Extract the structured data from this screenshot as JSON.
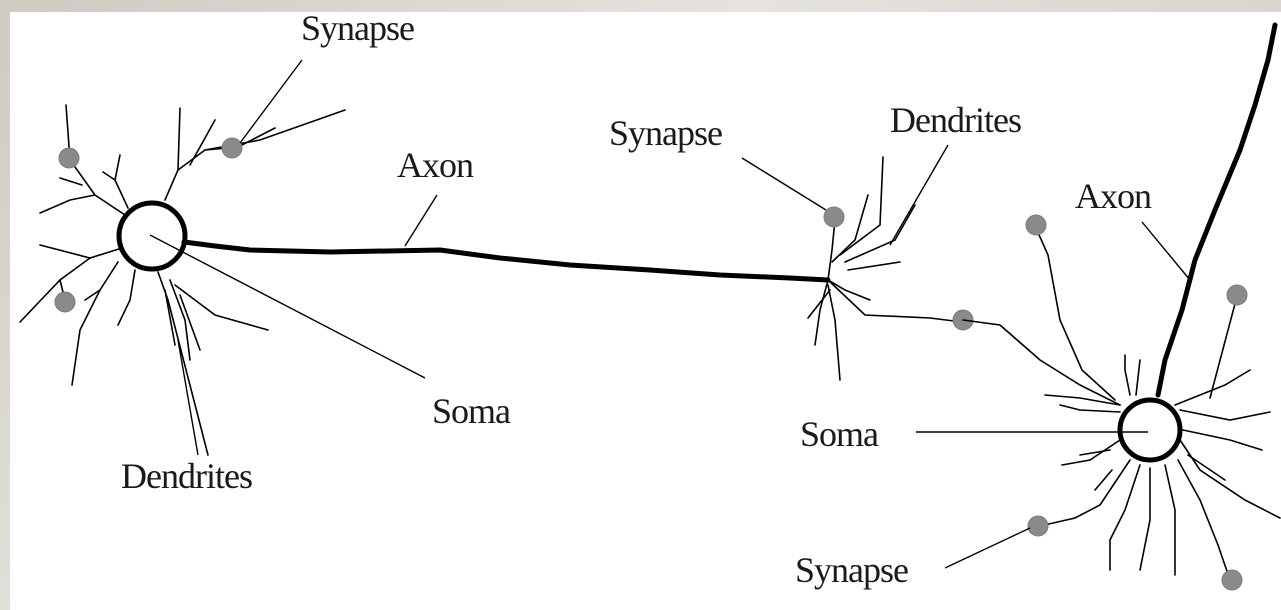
{
  "diagram": {
    "labels": {
      "synapse_top": "Synapse",
      "axon_mid": "Axon",
      "synapse_mid": "Synapse",
      "dendrites_top": "Dendrites",
      "axon_right": "Axon",
      "soma_left": "Soma",
      "soma_right": "Soma",
      "dendrites_bottom": "Dendrites",
      "synapse_bottom": "Synapse"
    },
    "colors": {
      "line": "#000000",
      "synapse_dot": "#8a8a8a",
      "background": "#ffffff"
    }
  }
}
